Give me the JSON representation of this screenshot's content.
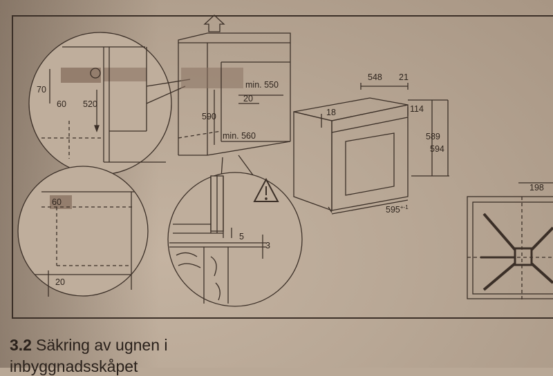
{
  "figure": {
    "dims": {
      "d70": "70",
      "d60a": "60",
      "d520": "520",
      "d590": "590",
      "min550": "min. 550",
      "d20a": "20",
      "min560": "min. 560",
      "d548": "548",
      "d21": "21",
      "d18": "18",
      "d114": "114",
      "d589": "589",
      "d594": "594",
      "d595": "595",
      "d595_tol": "+-1",
      "d60b": "60",
      "d20b": "20",
      "d5": "5",
      "d3": "3",
      "d198": "198"
    }
  },
  "section": {
    "number": "3.2",
    "title": "Säkring av ugnen i",
    "title_line2": "inbyggnadsskåpet"
  },
  "colors": {
    "paper": "#b9a896",
    "ink": "#3b2f27",
    "hatch": "#8a7262"
  },
  "icons": [
    "warning-triangle-icon",
    "power-outlet-icon",
    "up-arrow-icon"
  ]
}
